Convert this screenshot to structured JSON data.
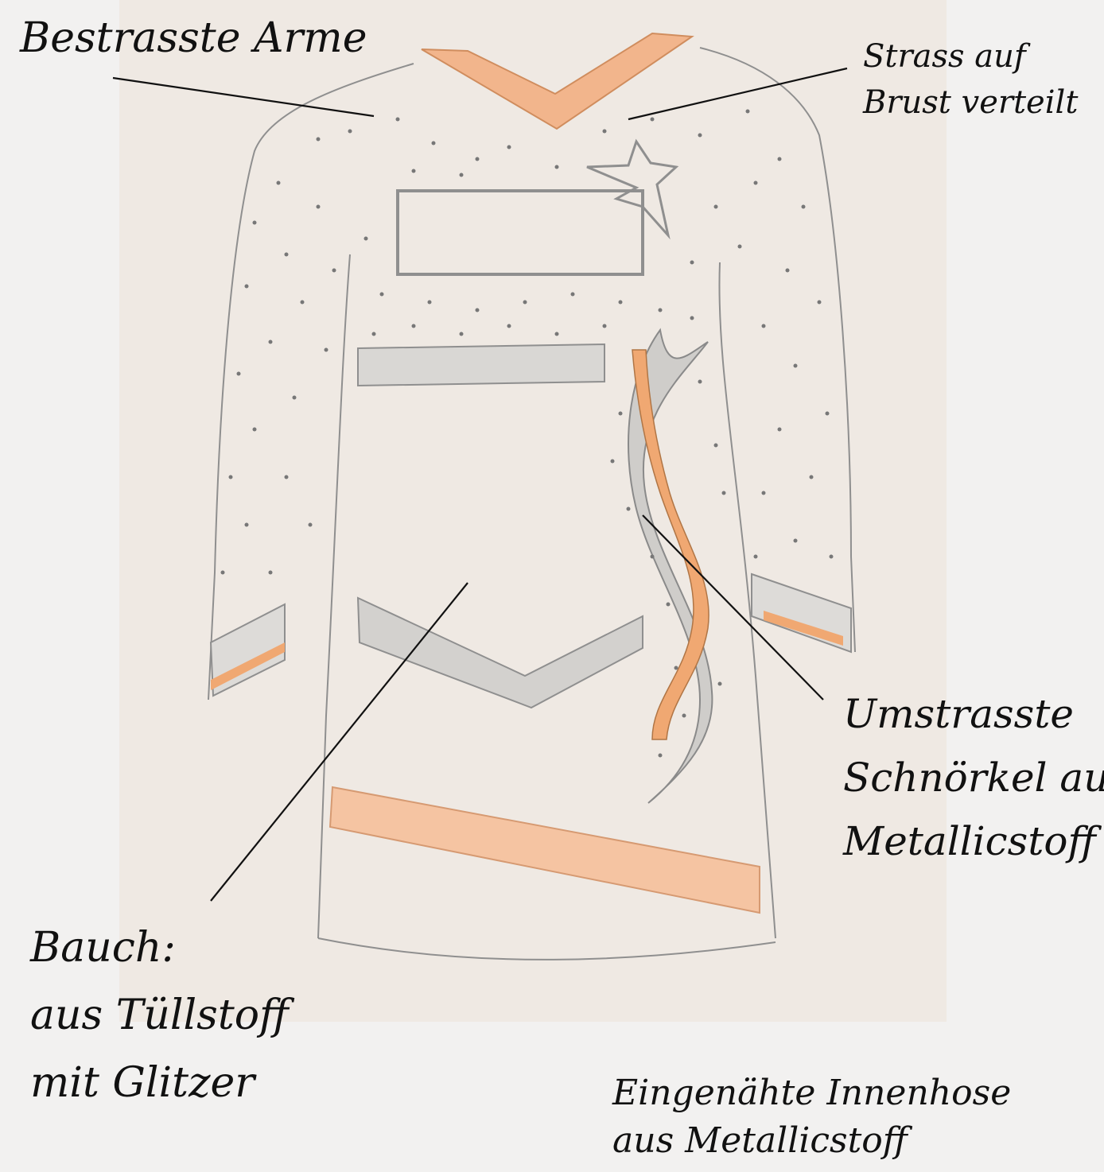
{
  "annotations": {
    "arms": [
      "Bestrasste Arme"
    ],
    "chest": [
      "Strass auf",
      "Brust verteilt"
    ],
    "swirls": [
      "Umstrasste",
      "Schnörkel aus",
      "Metallicstoff"
    ],
    "belly": [
      "Bauch:",
      "aus Tüllstoff",
      "mit Glitzer"
    ],
    "shorts": [
      "Eingenähte Innenhose",
      "aus Metallicstoff"
    ]
  },
  "colors": {
    "background": "#f2f1f0",
    "paper": "#efe9e3",
    "pencil": "#8a8a8a",
    "orange_accent": "#f2b58c",
    "grey_band": "#cfcdcb",
    "leader_line": "#111111"
  }
}
